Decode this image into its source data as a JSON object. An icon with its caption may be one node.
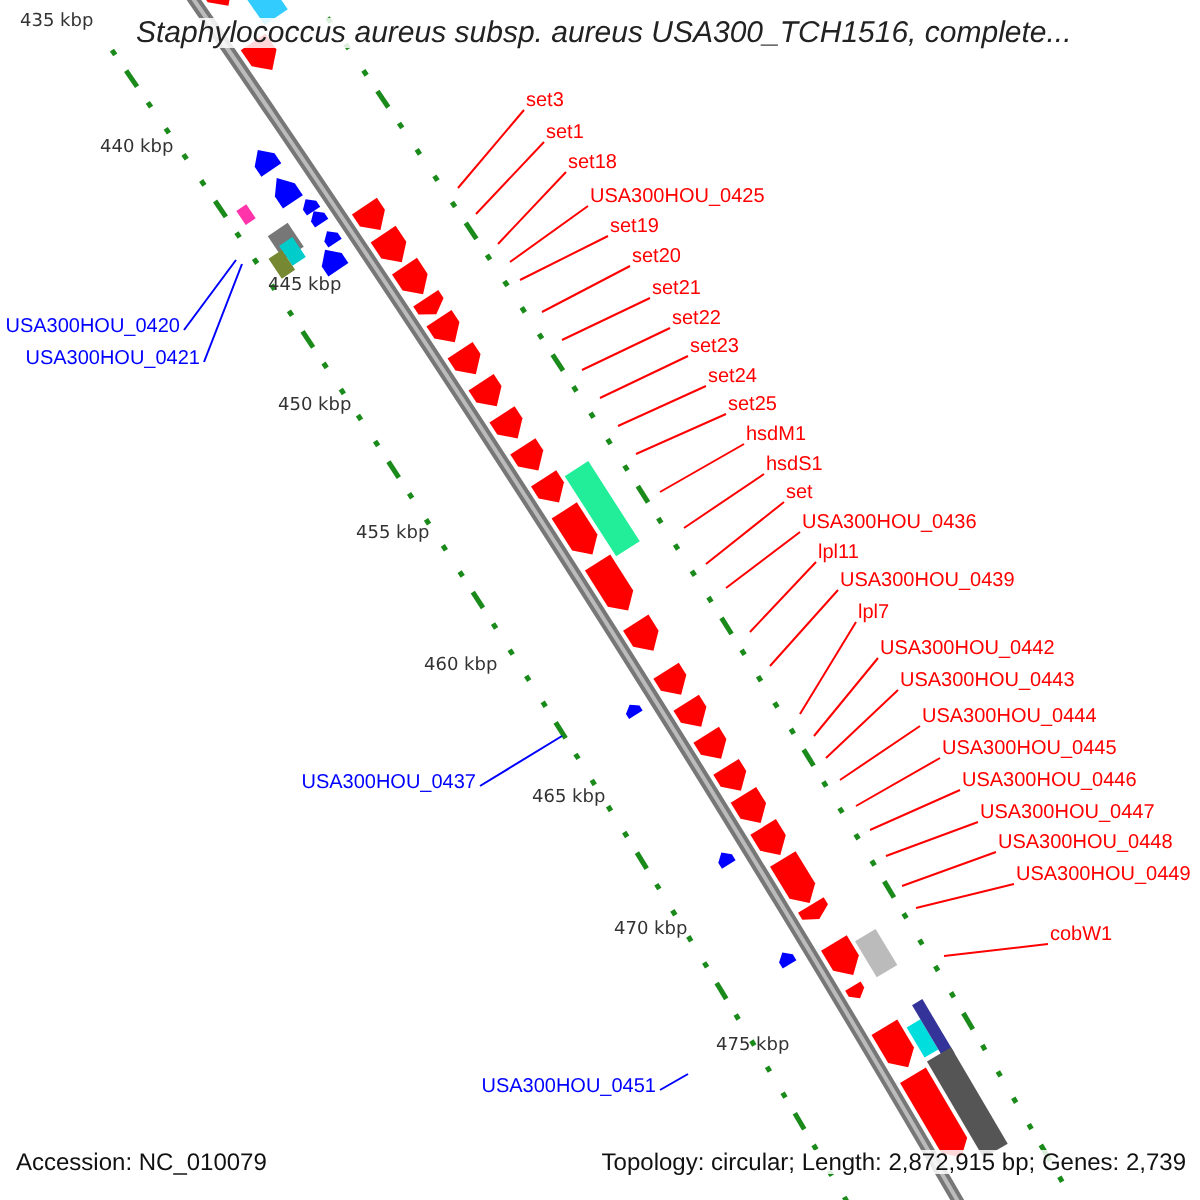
{
  "diagram": {
    "title": "Staphylococcus aureus subsp. aureus USA300_TCH1516, complete...",
    "nodes": [
      {
        "text": [
          "set3"
        ]
      },
      {
        "text": [
          "set1"
        ]
      },
      {
        "text": [
          "set18"
        ]
      },
      {
        "text": [
          "USA300HOU_0425"
        ]
      },
      {
        "text": [
          "set19"
        ]
      },
      {
        "text": [
          "set20"
        ]
      },
      {
        "text": [
          "set21"
        ]
      },
      {
        "text": [
          "set22"
        ]
      },
      {
        "text": [
          "set23"
        ]
      },
      {
        "text": [
          "set24"
        ]
      },
      {
        "text": [
          "set25"
        ]
      },
      {
        "text": [
          "hsdM1"
        ]
      },
      {
        "text": [
          "hsdS1"
        ]
      },
      {
        "text": [
          "set"
        ]
      },
      {
        "text": [
          "USA300HOU_0436"
        ]
      },
      {
        "text": [
          "lpl11"
        ]
      },
      {
        "text": [
          "USA300HOU_0439"
        ]
      },
      {
        "text": [
          "lpl7"
        ]
      },
      {
        "text": [
          "USA300HOU_0442"
        ]
      },
      {
        "text": [
          "USA300HOU_0443"
        ]
      },
      {
        "text": [
          "USA300HOU_0444"
        ]
      },
      {
        "text": [
          "USA300HOU_0445"
        ]
      },
      {
        "text": [
          "USA300HOU_0446"
        ]
      },
      {
        "text": [
          "USA300HOU_0447"
        ]
      },
      {
        "text": [
          "USA300HOU_0448"
        ]
      },
      {
        "text": [
          "USA300HOU_0449"
        ]
      },
      {
        "text": [
          "cobW1"
        ]
      },
      {
        "text": [
          "USA300HOU_0420"
        ]
      },
      {
        "text": [
          "USA300HOU_0421"
        ]
      },
      {
        "text": [
          "USA300HOU_0437"
        ]
      },
      {
        "text": [
          "USA300HOU_0451"
        ]
      }
    ],
    "edges": [
      {
        "from": 0,
        "to": null,
        "arrow": "none"
      },
      {
        "from": 1,
        "to": null,
        "arrow": "none"
      },
      {
        "from": 2,
        "to": null,
        "arrow": "none"
      },
      {
        "from": 3,
        "to": null,
        "arrow": "none"
      },
      {
        "from": 4,
        "to": null,
        "arrow": "none"
      },
      {
        "from": 5,
        "to": null,
        "arrow": "none"
      },
      {
        "from": 6,
        "to": null,
        "arrow": "none"
      },
      {
        "from": 7,
        "to": null,
        "arrow": "none"
      },
      {
        "from": 8,
        "to": null,
        "arrow": "none"
      },
      {
        "from": 9,
        "to": null,
        "arrow": "none"
      },
      {
        "from": 10,
        "to": null,
        "arrow": "none"
      },
      {
        "from": 11,
        "to": null,
        "arrow": "none"
      },
      {
        "from": 12,
        "to": null,
        "arrow": "none"
      },
      {
        "from": 13,
        "to": null,
        "arrow": "none"
      },
      {
        "from": 14,
        "to": null,
        "arrow": "none"
      },
      {
        "from": 15,
        "to": null,
        "arrow": "none"
      },
      {
        "from": 16,
        "to": null,
        "arrow": "none"
      },
      {
        "from": 17,
        "to": null,
        "arrow": "none"
      },
      {
        "from": 18,
        "to": null,
        "arrow": "none"
      },
      {
        "from": 19,
        "to": null,
        "arrow": "none"
      },
      {
        "from": 20,
        "to": null,
        "arrow": "none"
      },
      {
        "from": 21,
        "to": null,
        "arrow": "none"
      },
      {
        "from": 22,
        "to": null,
        "arrow": "none"
      },
      {
        "from": 23,
        "to": null,
        "arrow": "none"
      },
      {
        "from": 24,
        "to": null,
        "arrow": "none"
      },
      {
        "from": 25,
        "to": null,
        "arrow": "none"
      },
      {
        "from": 26,
        "to": null,
        "arrow": "none"
      },
      {
        "from": 27,
        "to": null,
        "arrow": "none",
        "color": "#0000ff"
      },
      {
        "from": 28,
        "to": null,
        "arrow": "none",
        "color": "#0000ff"
      },
      {
        "from": 29,
        "to": null,
        "arrow": "none",
        "color": "#0000ff"
      },
      {
        "from": 30,
        "to": null,
        "arrow": "none",
        "color": "#0000ff"
      }
    ],
    "labels": [
      "435 kbp",
      "440 kbp",
      "445 kbp",
      "450 kbp",
      "455 kbp",
      "460 kbp",
      "465 kbp",
      "470 kbp",
      "475 kbp",
      "Accession: NC_010079",
      "Topology: circular; Length: 2,872,915 bp; Genes: 2,739"
    ]
  }
}
